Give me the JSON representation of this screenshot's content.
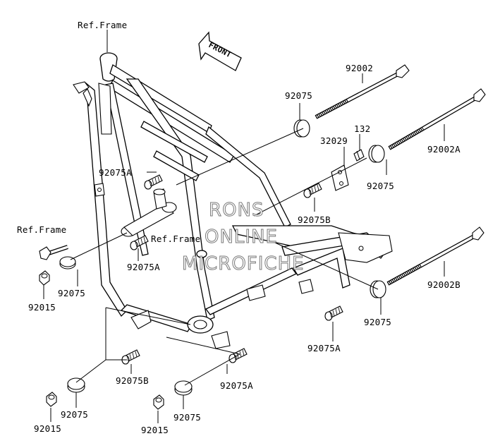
{
  "labels": {
    "ref_frame_top": "Ref.Frame",
    "ref_frame_left": "Ref.Frame",
    "ref_frame_mid": "Ref.Frame",
    "front": "FRONT",
    "p92002": "92002",
    "p92002A": "92002A",
    "p92002B": "92002B",
    "p92075_top": "92075",
    "p92075_right1": "92075",
    "p92075_right2": "92075",
    "p92075_left": "92075",
    "p92075_bl": "92075",
    "p92075_bm": "92075",
    "p32029": "32029",
    "p132": "132",
    "p92075A_1": "92075A",
    "p92075A_2": "92075A",
    "p92075A_3": "92075A",
    "p92075A_4": "92075A",
    "p92075B_1": "92075B",
    "p92075B_2": "92075B",
    "p92015_1": "92015",
    "p92015_2": "92015",
    "p92015_3": "92015"
  },
  "watermark": {
    "line1": "RONS",
    "line2": "ONLINE",
    "line3": "MICROFICHE"
  },
  "colors": {
    "line": "#000000",
    "background": "#ffffff",
    "watermark_outline": "#6b6b6b"
  }
}
